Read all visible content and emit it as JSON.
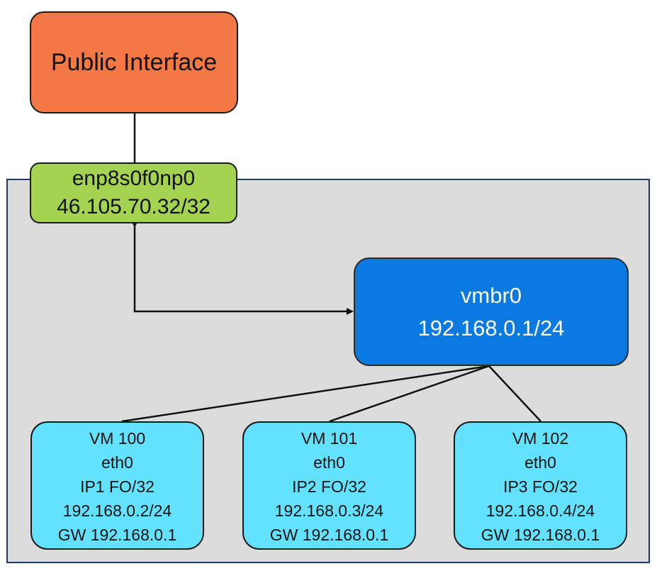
{
  "public_interface": {
    "label": "Public Interface"
  },
  "physical_nic": {
    "name": "enp8s0f0np0",
    "ip": "46.105.70.32/32"
  },
  "bridge": {
    "name": "vmbr0",
    "ip": "192.168.0.1/24"
  },
  "vms": [
    {
      "name": "VM 100",
      "iface": "eth0",
      "failover": "IP1 FO/32",
      "ip": "192.168.0.2/24",
      "gateway": "GW 192.168.0.1"
    },
    {
      "name": "VM 101",
      "iface": "eth0",
      "failover": "IP2 FO/32",
      "ip": "192.168.0.3/24",
      "gateway": "GW 192.168.0.1"
    },
    {
      "name": "VM 102",
      "iface": "eth0",
      "failover": "IP3 FO/32",
      "ip": "192.168.0.4/24",
      "gateway": "GW 192.168.0.1"
    }
  ],
  "colors": {
    "public_interface": "#f37843",
    "physical_nic": "#a3d351",
    "bridge": "#0a7ae0",
    "vm": "#63e2ff",
    "host_frame": "#dcdcdc",
    "host_border": "#1f3a66"
  }
}
